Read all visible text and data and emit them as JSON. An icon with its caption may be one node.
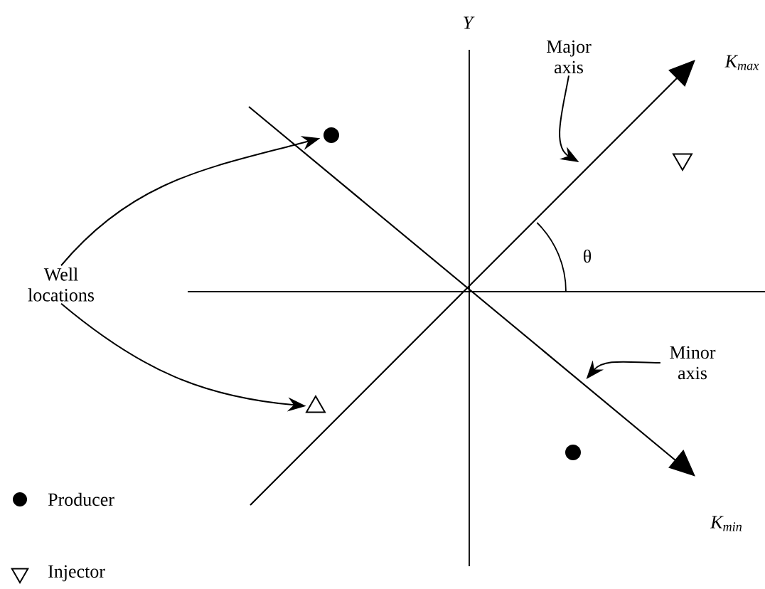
{
  "diagram": {
    "nodes": [
      {
        "text": [
          "Well locations"
        ]
      },
      {
        "text": [],
        "shape": "circle"
      },
      {
        "text": [],
        "shape": "triangle"
      },
      {
        "text": [],
        "shape": "triangle"
      },
      {
        "text": [],
        "shape": "circle"
      },
      {
        "text": [
          "Major axis"
        ]
      },
      {
        "text": [
          "Minor axis"
        ]
      }
    ],
    "edges": [
      {
        "from": 0,
        "to": 1,
        "arrow": "to"
      },
      {
        "from": 0,
        "to": 2,
        "arrow": "to"
      },
      {
        "from": 5,
        "to": null,
        "arrow": "to"
      },
      {
        "from": 6,
        "to": null,
        "arrow": "to"
      }
    ],
    "labels": [
      "Y",
      "K$_{max}$",
      "θ",
      "K$_{min}$"
    ],
    "legend": [
      {
        "text": "Producer"
      },
      {
        "text": "Injector"
      }
    ]
  }
}
